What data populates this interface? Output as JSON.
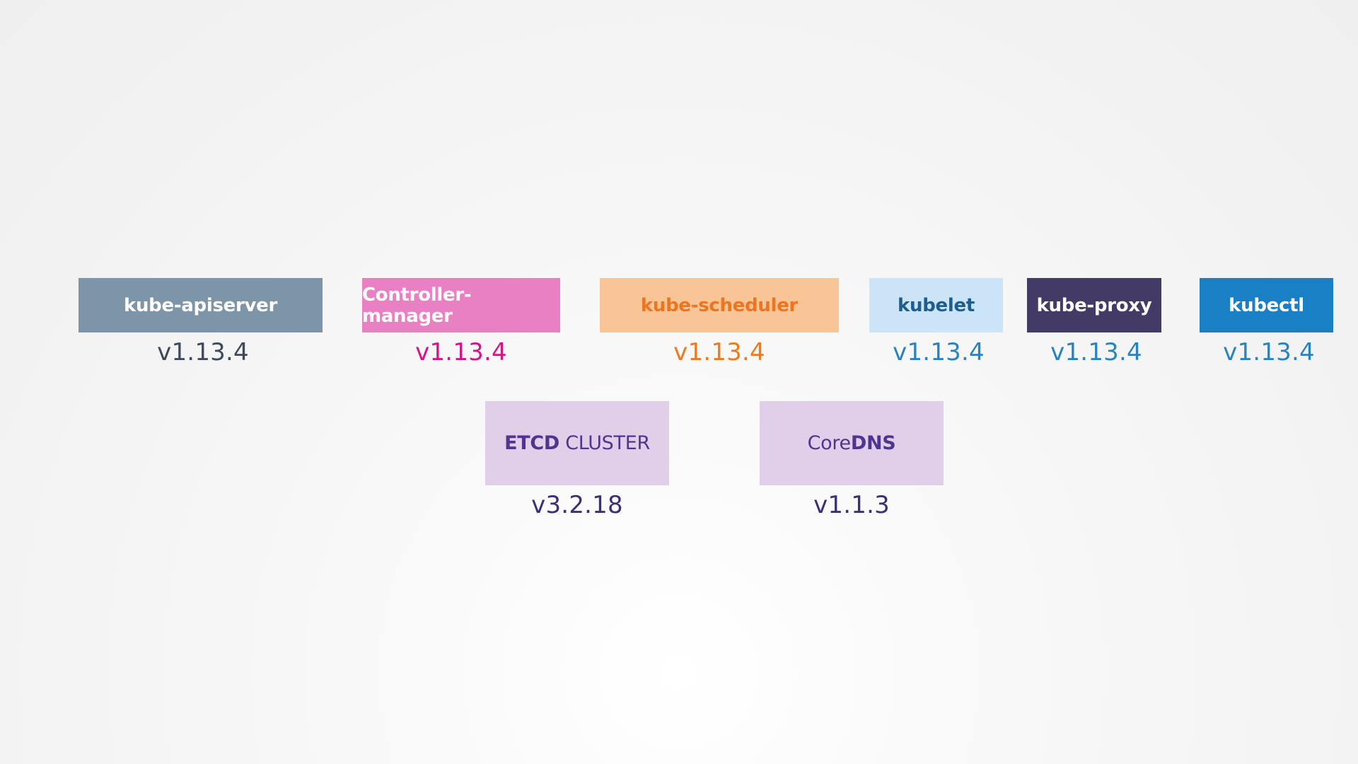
{
  "components": {
    "kube_apiserver": {
      "label": "kube-apiserver",
      "version": "v1.13.4",
      "color": "#7d95a9"
    },
    "controller_manager": {
      "label": "Controller-manager",
      "version": "v1.13.4",
      "color": "#ea80c4"
    },
    "kube_scheduler": {
      "label": "kube-scheduler",
      "version": "v1.13.4",
      "color": "#f9c597"
    },
    "kubelet": {
      "label": "kubelet",
      "version": "v1.13.4",
      "color": "#cbe4f8"
    },
    "kube_proxy": {
      "label": "kube-proxy",
      "version": "v1.13.4",
      "color": "#433b66"
    },
    "kubectl": {
      "label": "kubectl",
      "version": "v1.13.4",
      "color": "#1a80c6"
    }
  },
  "dependencies": {
    "etcd": {
      "label_strong": "ETCD",
      "label_light": " CLUSTER",
      "version": "v3.2.18",
      "color": "#e1cfe9"
    },
    "coredns": {
      "label_light": "Core",
      "label_strong": "DNS",
      "version": "v1.1.3",
      "color": "#e1cfe9"
    }
  }
}
